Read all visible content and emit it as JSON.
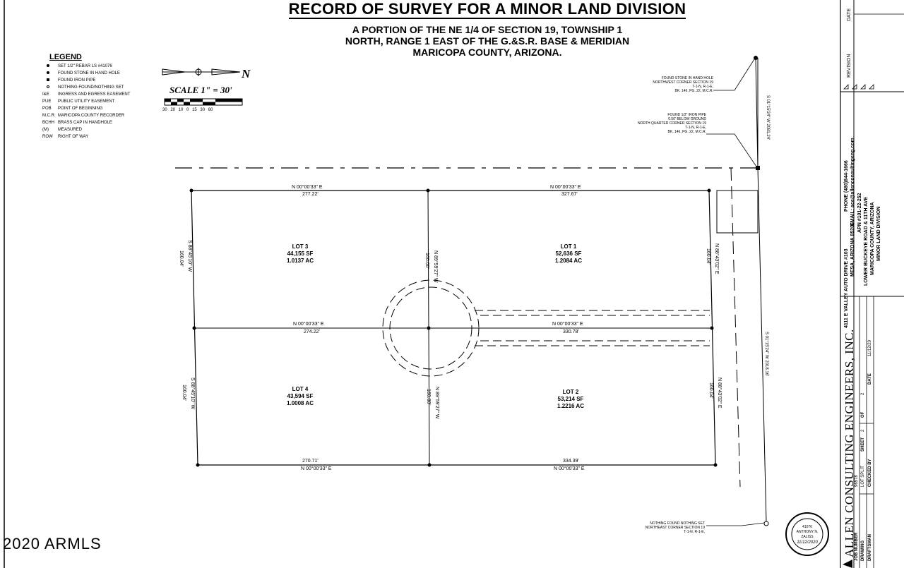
{
  "title": "RECORD OF SURVEY FOR A MINOR LAND DIVISION",
  "subtitle": {
    "line1": "A PORTION OF THE NE 1/4 OF SECTION 19, TOWNSHIP 1",
    "line2": "NORTH, RANGE 1 EAST OF THE G.&S.R. BASE & MERIDIAN",
    "line3": "MARICOPA COUNTY, ARIZONA."
  },
  "legend": {
    "title": "LEGEND",
    "items": [
      {
        "symbol": "dot",
        "label": "SET 1/2\" REBAR LS #41076"
      },
      {
        "symbol": "dot",
        "label": "FOUND STONE IN HAND HOLE"
      },
      {
        "symbol": "square",
        "label": "FOUND IRON PIPE"
      },
      {
        "symbol": "ring",
        "label": "NOTHING FOUND/NOTHING SET"
      },
      {
        "symbol": "I&E",
        "label": "INGRESS AND EGRESS EASEMENT"
      },
      {
        "symbol": "PUE",
        "label": "PUBLIC UTILITY EASEMENT"
      },
      {
        "symbol": "POB",
        "label": "POINT OF BEGINNING"
      },
      {
        "symbol": "M.C.R.",
        "label": "MARICOPA COUNTY RECORDER"
      },
      {
        "symbol": "BCHH",
        "label": "BRASS CAP IN HANDHOLE"
      },
      {
        "symbol": "(M)",
        "label": "MEASURED"
      },
      {
        "symbol": "ROW",
        "label": "RIGHT OF WAY"
      }
    ]
  },
  "north_arrow": "N",
  "scale": {
    "label": "SCALE 1\" = 30'",
    "ticks": "30 20 10 0 15 30 60"
  },
  "notes": {
    "nw_corner": [
      "FOUND STONE IN HAND HOLE",
      "NORTHWEST CORNER SECTION 19",
      "T-1-N, R-1-E,",
      "BK. 146, PG. 22, M.C.R."
    ],
    "nq_corner": [
      "FOUND 1/2\" IRON PIPE",
      "0.50' BELOW GROUND",
      "NORTH QUARTER CORNER SECTION 19",
      "T-1-N, R-1-E,",
      "BK. 146, PG. 22, M.C.R."
    ],
    "ne_corner": [
      "NOTHING FOUND NOTHING SET",
      "NORTHEAST CORNER SECTION 19",
      "T-1-N, R-1-E,"
    ],
    "upper_dim": "S 01°15'24\" W 2081.24'",
    "lower_dim": "S 01°15'24\" W 2018.16'"
  },
  "lots": [
    {
      "name": "LOT 3",
      "sf": "44,155 SF",
      "ac": "1.0137 AC"
    },
    {
      "name": "LOT 1",
      "sf": "52,636 SF",
      "ac": "1.2084 AC"
    },
    {
      "name": "LOT 4",
      "sf": "43,594 SF",
      "ac": "1.0008 AC"
    },
    {
      "name": "LOT 2",
      "sf": "53,214 SF",
      "ac": "1.2216 AC"
    }
  ],
  "bearings": {
    "top": "N 00°00'33\" E",
    "mid": "N 00°00'33\" E",
    "bottom": "N 00°00'33\" E",
    "left": "S 88°45'10\" W",
    "right": "N 88°43'02\" E",
    "center": "N 89°59'27\" W"
  },
  "distances": {
    "top_left": "277.22'",
    "top_right": "327.67'",
    "mid_left": "274.22'",
    "mid_right": "330.78'",
    "bot_left": "270.71'",
    "bot_right": "334.39'",
    "side": "160.04'",
    "center": "160.00'"
  },
  "titleblock": {
    "revision": "REVISION",
    "date": "DATE",
    "company": "ALLEN CONSULTING ENGINEERS, INC.",
    "address": "4111 E VALLEY AUTO DRIVE #103",
    "city": "MESA, ARIZONA 85206",
    "phone": "PHONE (480)844-1666",
    "email": "EMAIL: ace@allenconsultingeng.com",
    "apn": "APN #101-22-252",
    "project1": "LOWER BUCKEYE ROAD & 11TH AVE",
    "project2": "MARICOPA COUNTY, ARIZONA",
    "project3": "MINOR LAND DIVISION",
    "job_number_label": "JOB NUMBER",
    "job_number": "96578",
    "drawing_label": "DRAWING",
    "drawing": "LOT SPLIT",
    "sheet_label": "SHEET",
    "sheet": "2",
    "of_label": "OF",
    "of": "2",
    "draftsman_label": "DRAFTSMAN",
    "checked_label": "CHECKED BY",
    "date_label": "DATE",
    "date_value": "11/12/20"
  },
  "seal": {
    "line1": "41076",
    "line2": "ANTHONY N.",
    "line3": "ZALISS",
    "date": "11/12/2020"
  },
  "copyright": "2020 ARMLS"
}
